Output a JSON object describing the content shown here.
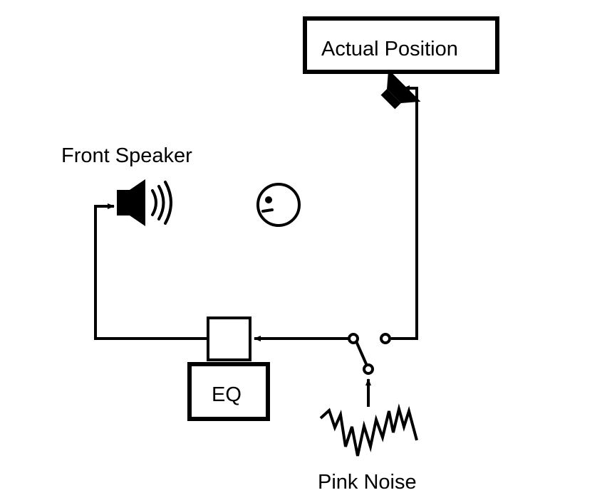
{
  "labels": {
    "front_speaker": "Front Speaker",
    "actual_position": "Actual Position",
    "eq": "EQ",
    "pink_noise": "Pink Noise"
  },
  "colors": {
    "line": "#000000",
    "background": "#ffffff"
  },
  "icons": [
    "speaker-icon",
    "sound-waves-icon",
    "listener-head-icon",
    "switch-icon",
    "noise-waveform-icon",
    "arrow-icon"
  ]
}
